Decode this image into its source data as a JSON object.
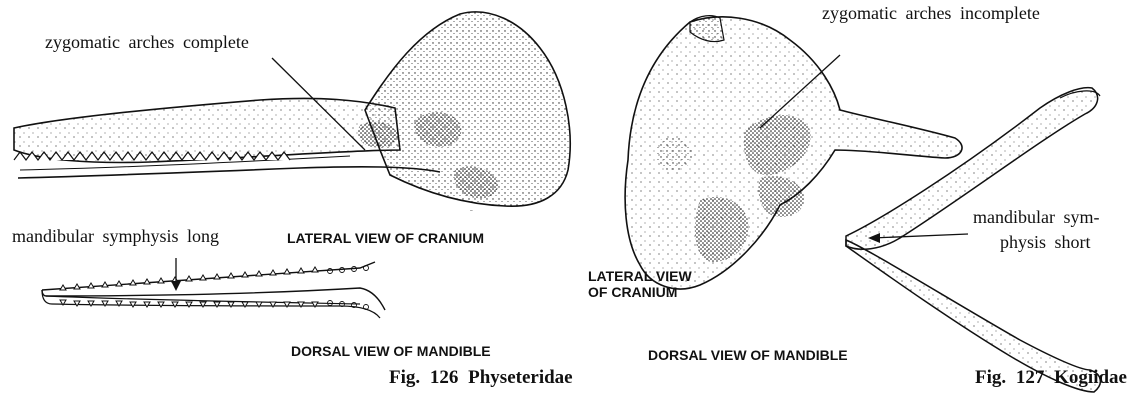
{
  "left": {
    "label_zygomatic": "zygomatic arches complete",
    "label_symphysis": "mandibular symphysis long",
    "view_cranium": "LATERAL VIEW OF CRANIUM",
    "view_mandible": "DORSAL VIEW OF MANDIBLE",
    "figure_caption": "Fig. 126 Physeteridae"
  },
  "right": {
    "label_zygomatic": "zygomatic arches incomplete",
    "label_symphysis_line1": "mandibular sym-",
    "label_symphysis_line2": "physis short",
    "view_cranium_line1": "LATERAL VIEW",
    "view_cranium_line2": "OF CRANIUM",
    "view_mandible": "DORSAL VIEW OF MANDIBLE",
    "figure_caption": "Fig. 127 Kogiidae"
  },
  "colors": {
    "ink": "#111111",
    "paper": "#ffffff",
    "stipple": "#2a2a2a"
  }
}
